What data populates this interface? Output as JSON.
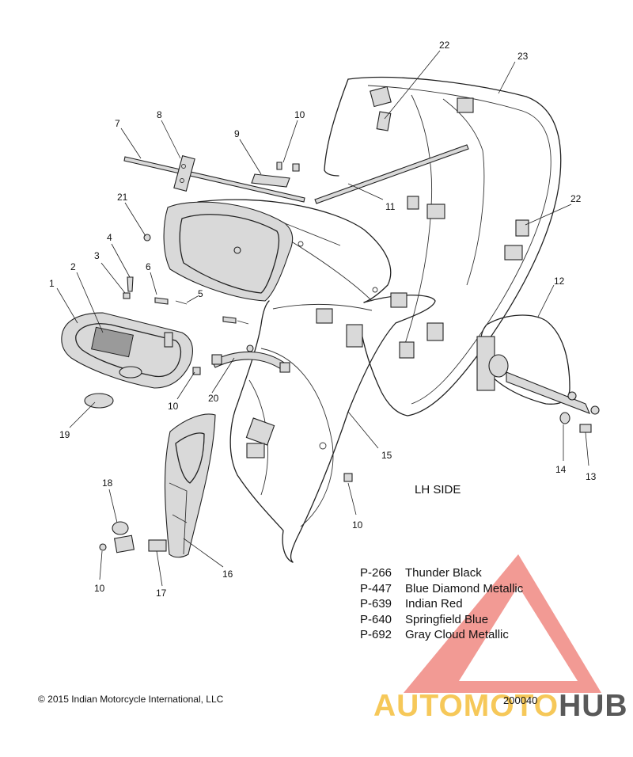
{
  "diagram": {
    "side_label": "LH SIDE",
    "callouts": [
      {
        "id": "c1",
        "text": "1"
      },
      {
        "id": "c2",
        "text": "2"
      },
      {
        "id": "c3",
        "text": "3"
      },
      {
        "id": "c4",
        "text": "4"
      },
      {
        "id": "c5",
        "text": "5"
      },
      {
        "id": "c6",
        "text": "6"
      },
      {
        "id": "c7",
        "text": "7"
      },
      {
        "id": "c8",
        "text": "8"
      },
      {
        "id": "c9",
        "text": "9"
      },
      {
        "id": "c10a",
        "text": "10"
      },
      {
        "id": "c10b",
        "text": "10"
      },
      {
        "id": "c10c",
        "text": "10"
      },
      {
        "id": "c10d",
        "text": "10"
      },
      {
        "id": "c11",
        "text": "11"
      },
      {
        "id": "c12",
        "text": "12"
      },
      {
        "id": "c13",
        "text": "13"
      },
      {
        "id": "c14",
        "text": "14"
      },
      {
        "id": "c15",
        "text": "15"
      },
      {
        "id": "c16",
        "text": "16"
      },
      {
        "id": "c17",
        "text": "17"
      },
      {
        "id": "c18",
        "text": "18"
      },
      {
        "id": "c19",
        "text": "19"
      },
      {
        "id": "c20",
        "text": "20"
      },
      {
        "id": "c21",
        "text": "21"
      },
      {
        "id": "c22a",
        "text": "22"
      },
      {
        "id": "c22b",
        "text": "22"
      },
      {
        "id": "c23",
        "text": "23"
      }
    ]
  },
  "paint_codes": [
    {
      "code": "P-266",
      "name": "Thunder Black"
    },
    {
      "code": "P-447",
      "name": "Blue Diamond Metallic"
    },
    {
      "code": "P-639",
      "name": "Indian Red"
    },
    {
      "code": "P-640",
      "name": "Springfield Blue"
    },
    {
      "code": "P-692",
      "name": "Gray Cloud Metallic"
    }
  ],
  "footer": {
    "copyright": "© 2015 Indian Motorcycle International, LLC",
    "drawing_number": "200040"
  },
  "watermark": {
    "part1": "AUTOMOTO",
    "part2": "HUB",
    "colors": {
      "triangle": "#e8473c",
      "accent": "#f5be3c",
      "dark": "#3c3c3c"
    }
  }
}
